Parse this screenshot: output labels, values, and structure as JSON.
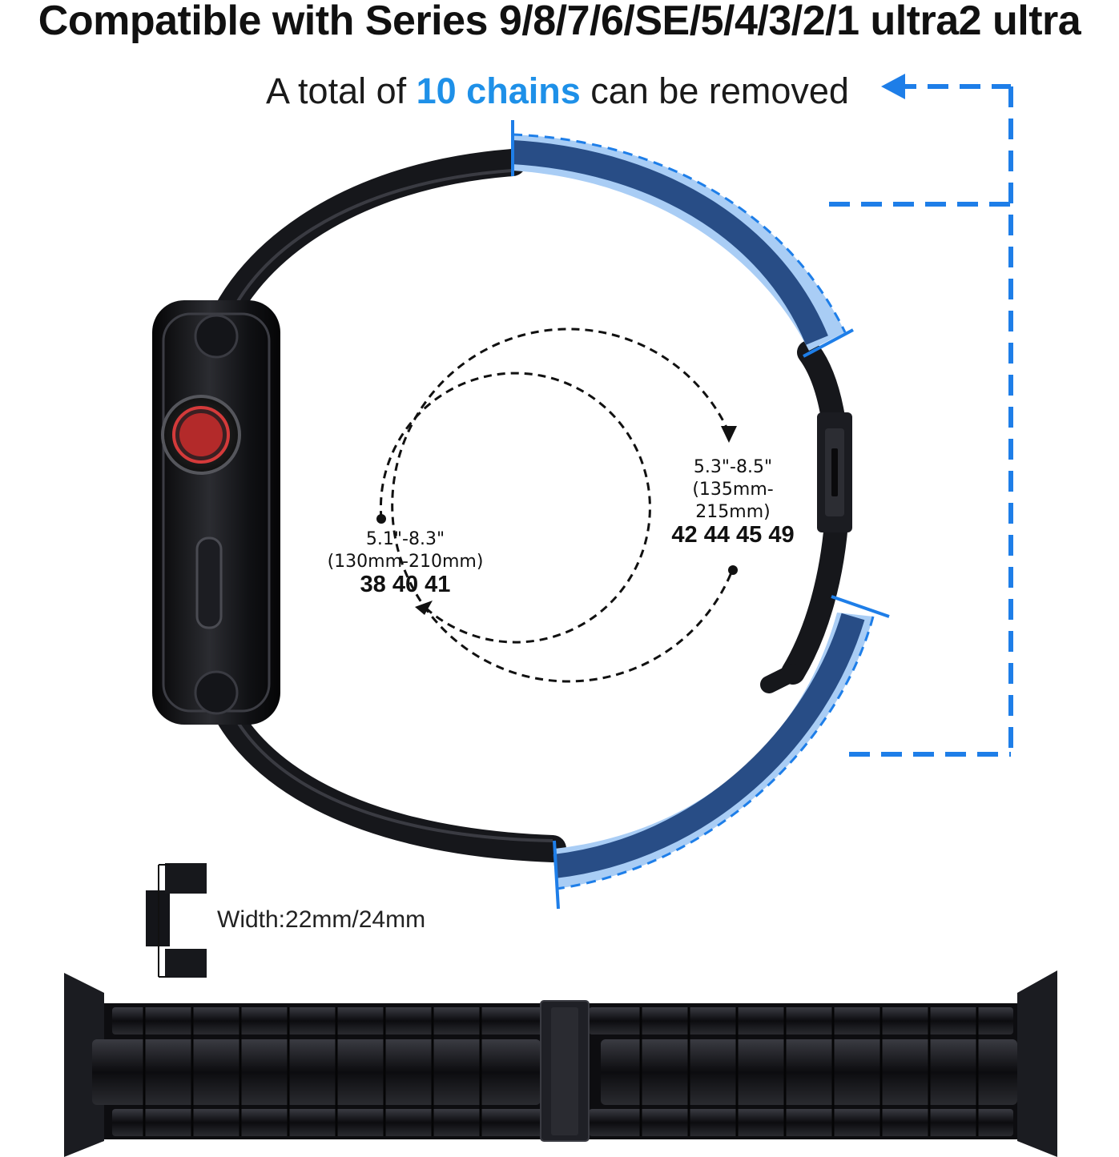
{
  "title": "Compatible with Series 9/8/7/6/SE/5/4/3/2/1 ultra2 ultra",
  "subtitle": {
    "prefix": "A total of ",
    "highlight": "10 chains",
    "suffix": " can be removed"
  },
  "small_size": {
    "inches": "5.1\"-8.3\"",
    "mm": "(130mm-210mm)",
    "models": "38 40 41"
  },
  "large_size": {
    "inches": "5.3\"-8.5\"",
    "mm_line1": "(135mm-",
    "mm_line2": "215mm)",
    "models": "42 44 45 49"
  },
  "width": "Width:22mm/24mm",
  "colors": {
    "accent_blue": "#1e7ee8",
    "highlight_fill": "#a9cdf5",
    "band": "#1c1d22"
  }
}
